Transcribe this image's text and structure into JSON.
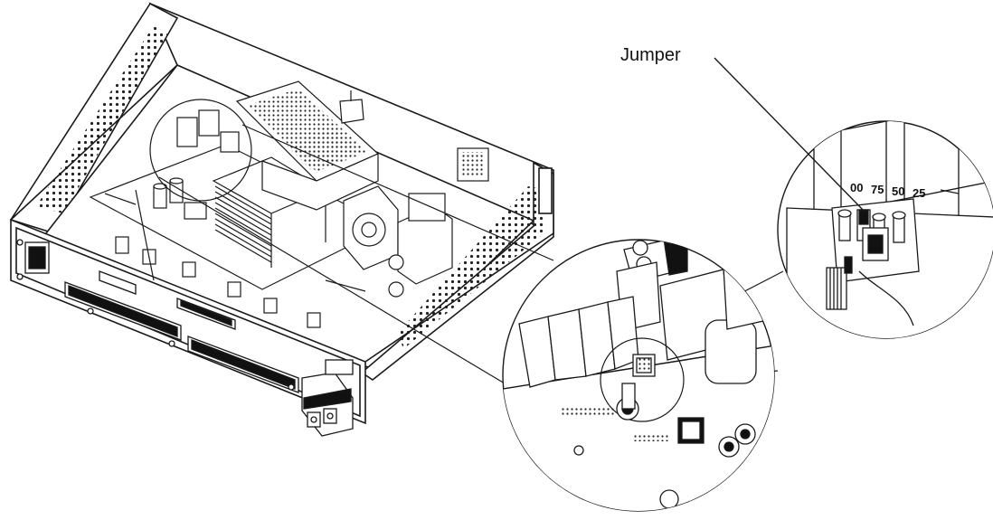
{
  "callout": {
    "label": "Jumper"
  },
  "jumper_scale": {
    "values": [
      "00",
      "75",
      "50",
      "25"
    ]
  },
  "colors": {
    "line": "#1a1a1a",
    "background": "#ffffff",
    "perforation": "#222222"
  }
}
